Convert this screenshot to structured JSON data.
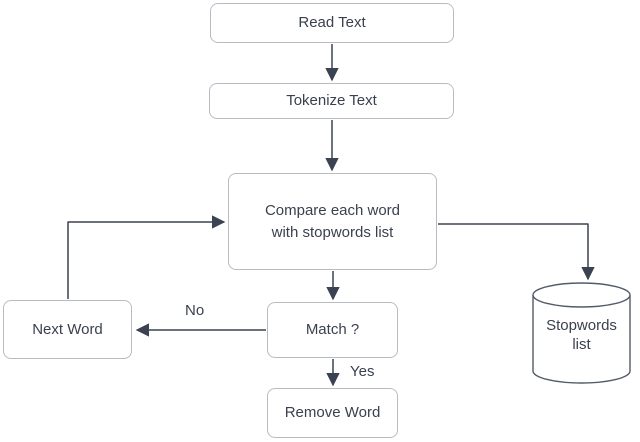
{
  "diagram": {
    "type": "flowchart",
    "nodes": [
      {
        "id": "read-text",
        "label": "Read Text",
        "shape": "rounded-rectangle"
      },
      {
        "id": "tokenize-text",
        "label": "Tokenize Text",
        "shape": "rounded-rectangle"
      },
      {
        "id": "compare",
        "label": "Compare each word with stopwords list",
        "shape": "rounded-rectangle"
      },
      {
        "id": "match",
        "label": "Match ?",
        "shape": "rounded-rectangle"
      },
      {
        "id": "remove-word",
        "label": "Remove Word",
        "shape": "rounded-rectangle"
      },
      {
        "id": "next-word",
        "label": "Next Word",
        "shape": "rounded-rectangle"
      },
      {
        "id": "stopwords-list",
        "label": "Stopwords list",
        "shape": "cylinder"
      }
    ],
    "edges": [
      {
        "from": "read-text",
        "to": "tokenize-text",
        "label": ""
      },
      {
        "from": "tokenize-text",
        "to": "compare",
        "label": ""
      },
      {
        "from": "compare",
        "to": "match",
        "label": ""
      },
      {
        "from": "match",
        "to": "remove-word",
        "label": "Yes"
      },
      {
        "from": "match",
        "to": "next-word",
        "label": "No"
      },
      {
        "from": "next-word",
        "to": "compare",
        "label": ""
      },
      {
        "from": "compare",
        "to": "stopwords-list",
        "label": ""
      }
    ],
    "colors": {
      "node_border": "#b7bcc3",
      "cylinder_stroke": "#525b69",
      "connector": "#3b4252",
      "text": "#3a414e",
      "node_fill": "#ffffff",
      "background": "#ffffff"
    }
  }
}
